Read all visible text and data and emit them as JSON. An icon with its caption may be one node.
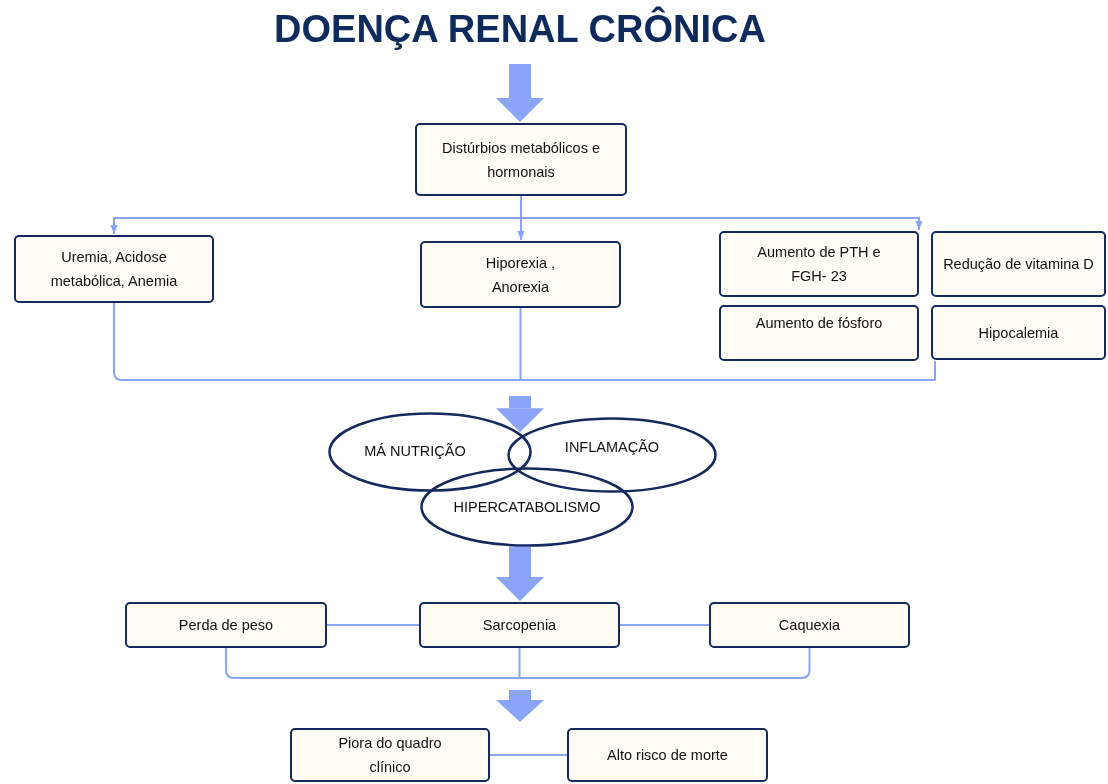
{
  "diagram": {
    "title": "DOENÇA RENAL CRÔNICA",
    "nodes": [
      {
        "text": [
          "Distúrbios metabólicos e hormonais"
        ]
      },
      {
        "text": [
          "Uremia, Acidose metabólica, Anemia"
        ]
      },
      {
        "text": [
          "Hiporexia , Anorexia"
        ]
      },
      {
        "text": [
          "Aumento de PTH e FGH- 23"
        ]
      },
      {
        "text": [
          "Redução de vitamina D"
        ]
      },
      {
        "text": [
          "Aumento de fósforo"
        ]
      },
      {
        "text": [
          "Hipocalemia"
        ]
      },
      {
        "text": [
          "MÁ NUTRIÇÃO"
        ]
      },
      {
        "text": [
          "INFLAMAÇÃO"
        ]
      },
      {
        "text": [
          "HIPERCATABOLISMO"
        ]
      },
      {
        "text": [
          "Perda de peso"
        ]
      },
      {
        "text": [
          "Sarcopenia"
        ]
      },
      {
        "text": [
          "Caquexia"
        ]
      },
      {
        "text": [
          "Piora do quadro clínico"
        ]
      },
      {
        "text": [
          "Alto risco de morte"
        ]
      }
    ],
    "edges": [
      {
        "from": null,
        "to": 0,
        "arrow": "to",
        "style": "thick"
      },
      {
        "from": 0,
        "to": 1,
        "arrow": "to"
      },
      {
        "from": 0,
        "to": 2,
        "arrow": "to"
      },
      {
        "from": 0,
        "to": 3,
        "arrow": "to"
      },
      {
        "from": 1,
        "to": 6,
        "arrow": "none"
      },
      {
        "from": 2,
        "to": 6,
        "arrow": "none"
      },
      {
        "from": null,
        "to": 7,
        "arrow": "to",
        "style": "thick"
      },
      {
        "from": 9,
        "to": 11,
        "arrow": "to",
        "style": "thick"
      },
      {
        "from": 10,
        "to": 11,
        "arrow": "none"
      },
      {
        "from": 11,
        "to": 12,
        "arrow": "none"
      },
      {
        "from": 10,
        "to": null,
        "arrow": "none"
      },
      {
        "from": 11,
        "to": null,
        "arrow": "none"
      },
      {
        "from": 12,
        "to": null,
        "arrow": "none"
      },
      {
        "from": 13,
        "to": 14,
        "arrow": "none"
      }
    ]
  }
}
